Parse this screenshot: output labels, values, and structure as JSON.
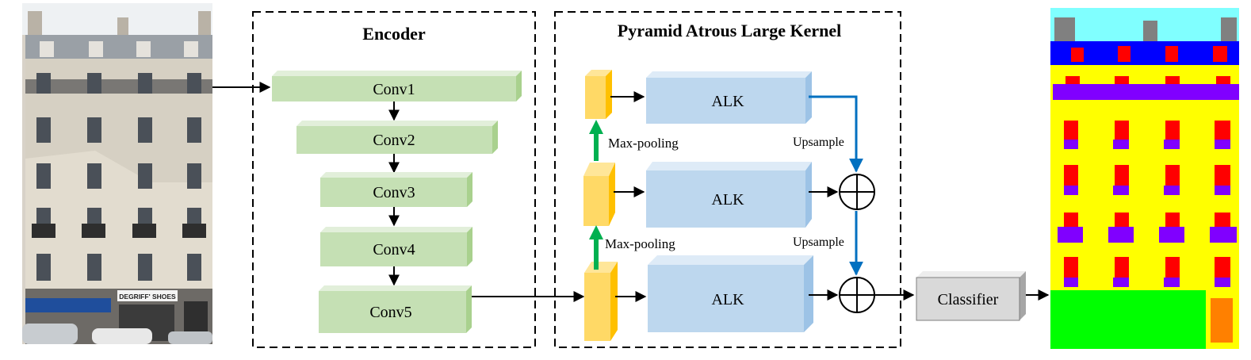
{
  "encoder": {
    "title": "Encoder",
    "layers": [
      "Conv1",
      "Conv2",
      "Conv3",
      "Conv4",
      "Conv5"
    ]
  },
  "palk": {
    "title": "Pyramid Atrous Large Kernel",
    "branches": [
      "ALK",
      "ALK",
      "ALK"
    ],
    "pooling_labels": [
      "Max-pooling",
      "Max-pooling"
    ],
    "upsample_labels": [
      "Upsample",
      "Upsample"
    ]
  },
  "classifier": {
    "label": "Classifier"
  },
  "shop_signs": [
    "DEGRIFF' SHOES"
  ],
  "colors": {
    "conv_fill": "#c5e0b4",
    "conv_side": "#a9d18e",
    "alk_fill": "#bdd7ee",
    "alk_side": "#9dc3e6",
    "feature_fill": "#ffd966",
    "feature_side": "#ffc000",
    "pool_arrow": "#00b050",
    "upsample_arrow": "#0070c0",
    "classifier_fill": "#d9d9d9",
    "seg_sky": "#80ffff",
    "seg_roof": "#0000ff",
    "seg_wall": "#ffff00",
    "seg_window": "#ff0000",
    "seg_balcony": "#8000ff",
    "seg_shop": "#00ff00",
    "seg_door": "#ff8000",
    "seg_chimney": "#808080"
  }
}
